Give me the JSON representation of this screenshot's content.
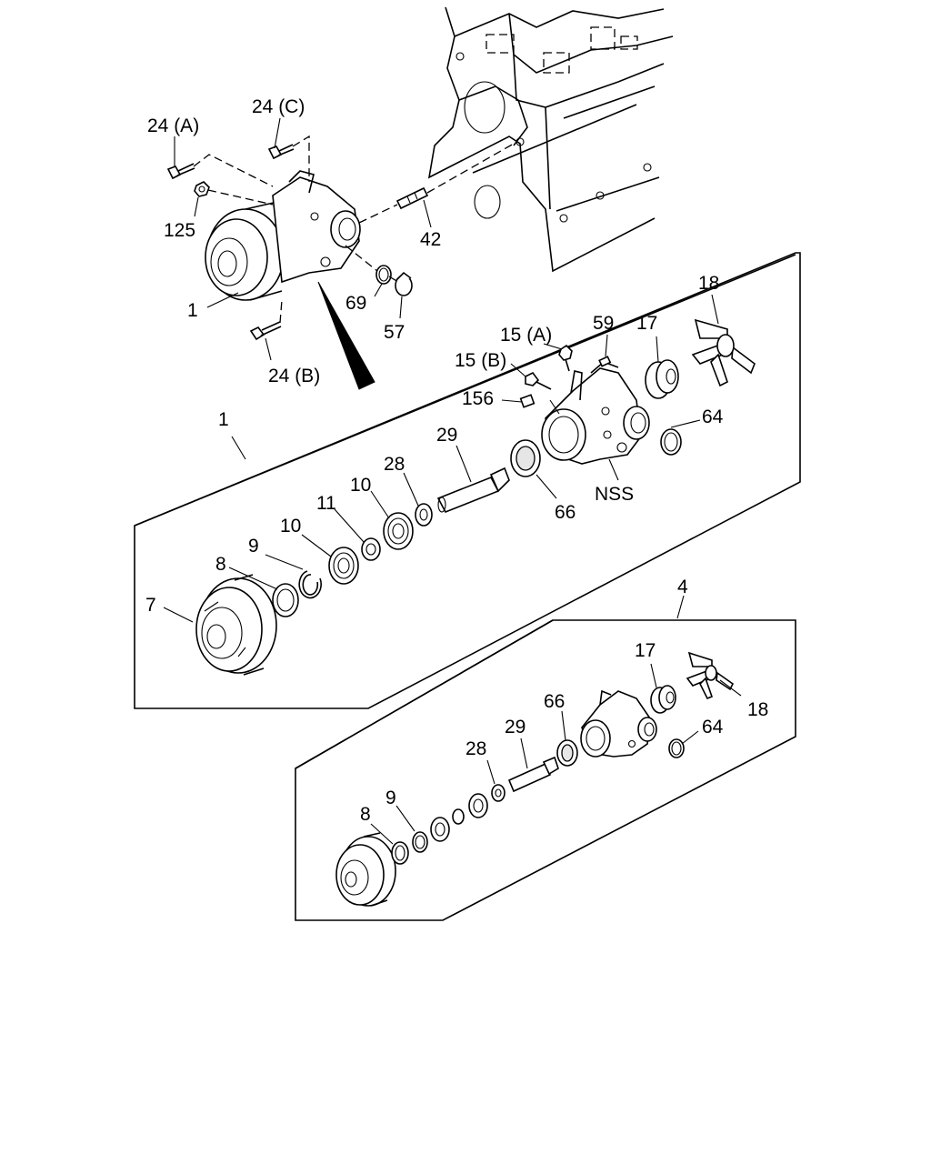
{
  "callouts": {
    "top": {
      "bolt_a": "24 (A)",
      "bolt_c": "24 (C)",
      "nut_125": "125",
      "pump_1": "1",
      "stud_42": "42",
      "ring_69": "69",
      "plug_57": "57",
      "bolt_b": "24 (B)"
    },
    "panel1": {
      "assembly": "1",
      "p18": "18",
      "p59": "59",
      "p17": "17",
      "p15a": "15 (A)",
      "p15b": "15 (B)",
      "p156": "156",
      "p64": "64",
      "p29": "29",
      "nss": "NSS",
      "p66": "66",
      "p28": "28",
      "p10a": "10",
      "p11": "11",
      "p10b": "10",
      "p9": "9",
      "p8": "8",
      "p7": "7"
    },
    "panel2": {
      "assembly": "4",
      "p17": "17",
      "p18": "18",
      "p66": "66",
      "p29": "29",
      "p64": "64",
      "p28": "28",
      "p8": "8",
      "p9": "9"
    }
  }
}
